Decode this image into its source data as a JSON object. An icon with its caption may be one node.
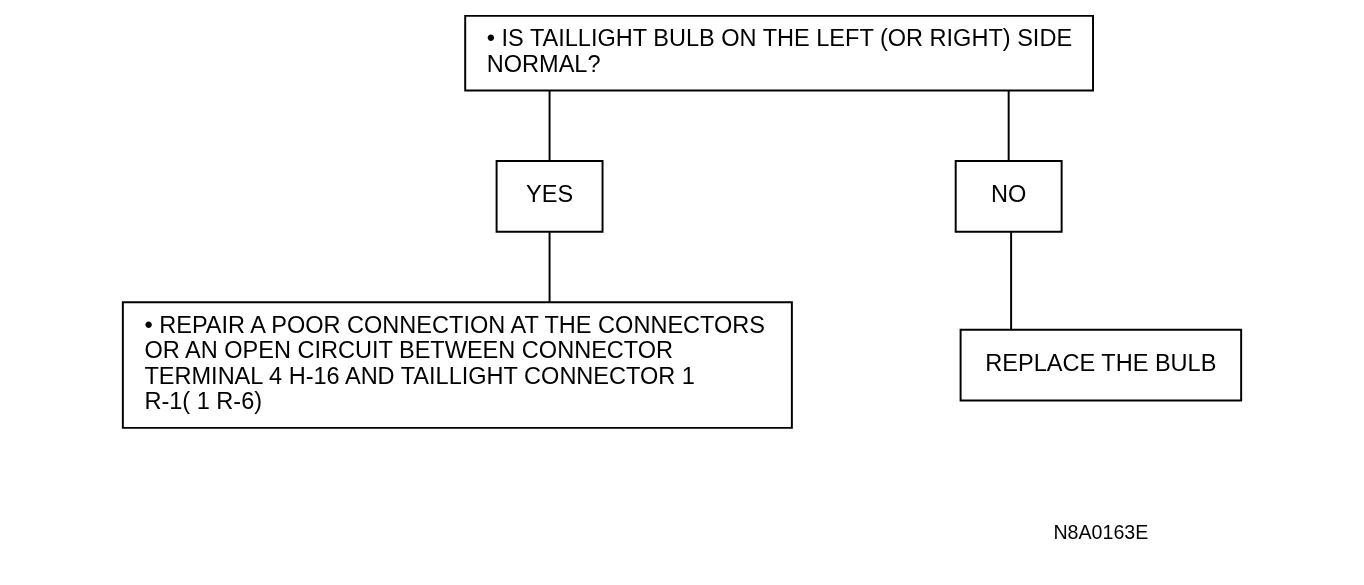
{
  "diagram": {
    "nodes": [
      {
        "text": [
          "• IS TAILLIGHT BULB ON THE LEFT (OR RIGHT) SIDE NORMAL?"
        ]
      },
      {
        "text": [
          "YES"
        ]
      },
      {
        "text": [
          "NO"
        ]
      },
      {
        "text": [
          "• REPAIR A POOR CONNECTION AT THE CONNECTORS OR AN OPEN CIRCUIT BETWEEN CONNECTOR TERMINAL 4 H-16 AND TAILLIGHT CONNECTOR 1 R-1( 1 R-6)"
        ]
      },
      {
        "text": [
          "REPLACE THE BULB"
        ]
      }
    ],
    "edges": [
      {
        "from": 0,
        "to": 1,
        "arrow": "none"
      },
      {
        "from": 0,
        "to": 2,
        "arrow": "none"
      },
      {
        "from": 1,
        "to": 3,
        "arrow": "none"
      },
      {
        "from": 2,
        "to": 4,
        "arrow": "none"
      }
    ],
    "labels": [
      "N8A0163E"
    ]
  }
}
